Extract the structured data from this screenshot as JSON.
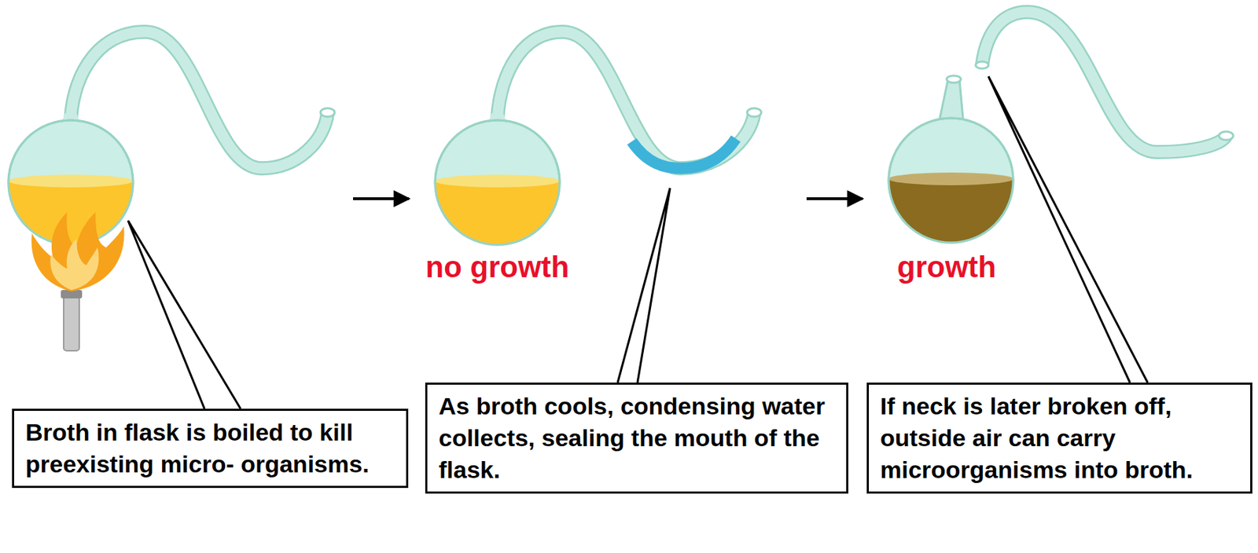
{
  "diagram": {
    "nodes": [
      {
        "text": [
          "Broth in flask is boiled to kill preexisting micro- organisms."
        ]
      },
      {
        "text": [
          "As broth cools, condensing water collects, sealing the mouth of the flask."
        ]
      },
      {
        "text": [
          "If neck is later broken off, outside air can carry microorganisms into broth."
        ]
      }
    ],
    "labels": [
      "no growth",
      "growth"
    ]
  }
}
